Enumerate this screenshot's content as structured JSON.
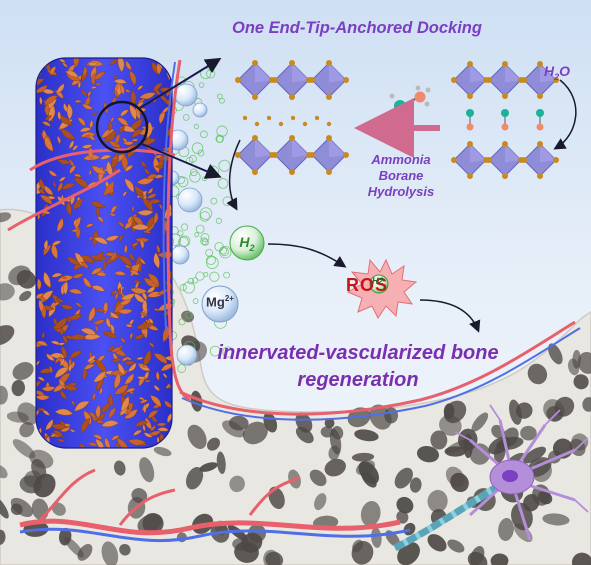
{
  "labels": {
    "title": "One End-Tip-Anchored Docking",
    "hydrolysis": [
      "Ammonia",
      "Borane",
      "Hydrolysis"
    ],
    "water": "H",
    "water_sub": "2",
    "water_tail": "O",
    "h2": "H",
    "h2_sub": "2",
    "mg": "Mg",
    "mg_sup": "2+",
    "ros": "ROS",
    "ros_h2": "H2",
    "outcome": "innervated-vascularized bone regeneration"
  },
  "colors": {
    "background_sky": "#dbe8f6",
    "bone": "#e9e7e2",
    "pore": "#4e4946",
    "rod_base": "#3b3ee8",
    "flake": "#c4622c",
    "octahedron": "#8a86d6",
    "atom": "#c98a1d",
    "vessel_red": "#e8606c",
    "vessel_blue": "#4f6fe6",
    "text_purple": "#7a3fc2",
    "ros_red": "#d9252a",
    "neuron": "#b48ed8"
  }
}
